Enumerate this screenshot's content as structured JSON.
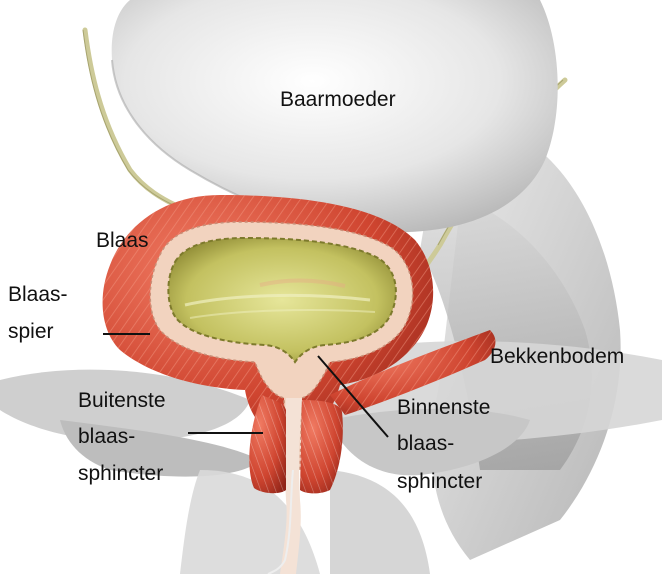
{
  "labels": {
    "uterus": "Baarmoeder",
    "bladder": "Blaas",
    "bladder_muscle_line1": "Blaas-",
    "bladder_muscle_line2": "spier",
    "pelvic_floor": "Bekkenbodem",
    "external_sphincter_line1": "Buitenste",
    "external_sphincter_line2": "blaas-",
    "external_sphincter_line3": "sphincter",
    "internal_sphincter_line1": "Binnenste",
    "internal_sphincter_line2": "blaas-",
    "internal_sphincter_line3": "sphincter"
  },
  "colors": {
    "uterus": "#e4e4e4",
    "bladder_muscle": "#c8432e",
    "bladder_wall": "#f1d1bd",
    "bladder_lumen": "#c8c86a",
    "pelvic_tissue": "#cfcfcf",
    "ureter": "#cdca98",
    "leader_line": "#111111"
  }
}
